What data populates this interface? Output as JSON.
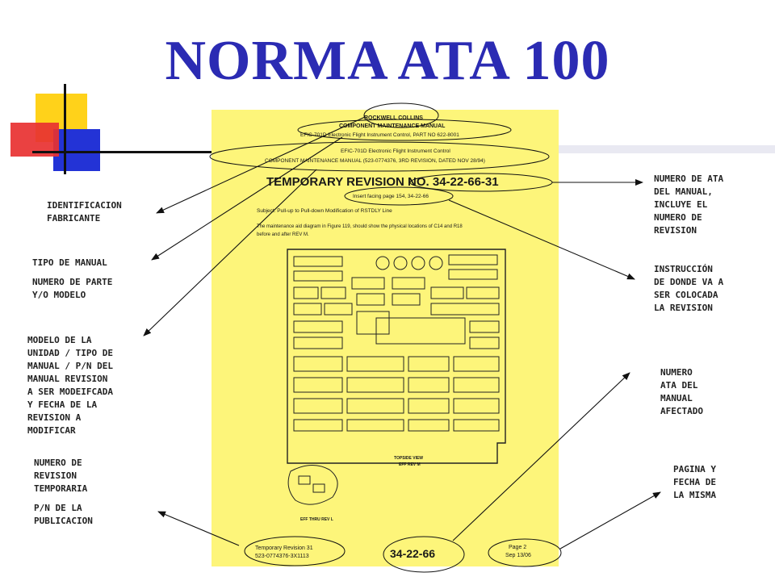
{
  "title": "NORMA ATA 100",
  "colors": {
    "title": "#2b2bb3",
    "page_background": "#fdf57a",
    "deco_yellow": "#ffd21a",
    "deco_blue": "#2333d6",
    "deco_red": "#e83131"
  },
  "document": {
    "manufacturer": "ROCKWELL COLLINS",
    "manual_type": "COMPONENT MAINTENANCE MANUAL",
    "manual_line": "EFIC-701D Electronic Flight Instrument Control, PART NO 622-8001",
    "model_line": "EFIC-701D Electronic Flight Instrument Control",
    "cmm_line": "COMPONENT MAINTENANCE MANUAL (523-0774376, 3RD REVISION, DATED NOV 28/94)",
    "revision_title": "TEMPORARY REVISION NO. 34-22-66-31",
    "insert_instruction": "Insert facing page 154, 34-22-66",
    "subject": "Subject:  Pull-up to Pull-down Modification of RSTDLY Line",
    "body_line1": "The maintenance aid diagram in Figure 119, should show the physical locations of C14 and R18",
    "body_line2": "before and after REV M.",
    "view_label1": "TOPSIDE VIEW",
    "view_label2": "EFF REV M",
    "view_label3": "EFF THRU REV L",
    "footer_revision": "Temporary Revision 31",
    "footer_pn": "523-0774376-3X1113",
    "footer_ata": "34-22-66",
    "footer_page": "Page 2",
    "footer_date": "Sep 13/06"
  },
  "annotations": {
    "fabricante": "IDENTIFICACION\nFABRICANTE",
    "tipo_manual": "TIPO DE MANUAL",
    "numero_parte": "NUMERO DE PARTE\nY/O MODELO",
    "modelo_unidad": "MODELO DE LA\nUNIDAD / TIPO DE\nMANUAL / P/N DEL\nMANUAL REVISION\nA SER MODEIFCADA\nY FECHA DE LA\nREVISION A\nMODIFICAR",
    "numero_revision": "NUMERO DE\nREVISION\nTEMPORARIA",
    "pn_publicacion": "P/N DE LA\nPUBLICACION",
    "numero_ata": "NUMERO DE ATA\nDEL MANUAL,\nINCLUYE EL\nNUMERO DE\nREVISION",
    "instruccion": "INSTRUCCIÓN\nDE DONDE VA A\nSER COLOCADA\nLA REVISION",
    "numero_ata_afectado": "NUMERO\nATA DEL\nMANUAL\nAFECTADO",
    "pagina_fecha": "PAGINA Y\nFECHA DE\nLA MISMA"
  }
}
